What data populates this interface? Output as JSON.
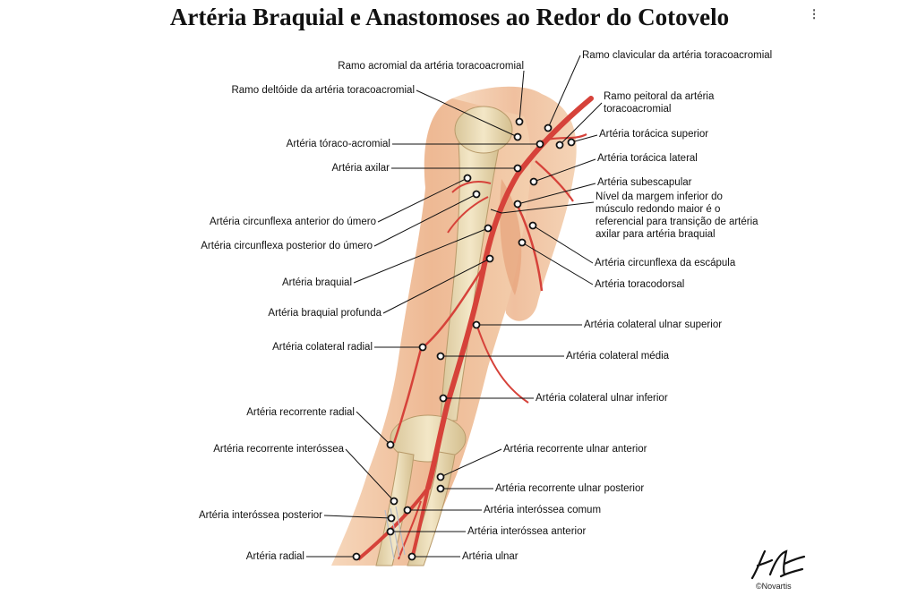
{
  "title": "Artéria Braquial e Anastomoses ao Redor do Cotovelo",
  "labels": {
    "acromial": "Ramo acromial da artéria toracoacromial",
    "clavicular": "Ramo clavicular da artéria toracoacromial",
    "deltoide": "Ramo deltóide da artéria toracoacromial",
    "peitoral": "Ramo peitoral da artéria toracoacromial",
    "toraco_acromial": "Artéria tóraco-acromial",
    "toracica_superior": "Artéria torácica superior",
    "axilar": "Artéria axilar",
    "toracica_lateral": "Artéria torácica lateral",
    "subescapular": "Artéria subescapular",
    "nivel": "Nível da margem inferior do músculo redondo maior é o referencial para transição de artéria axilar para artéria braquial",
    "circ_anterior": "Artéria circunflexa anterior do úmero",
    "circ_posterior": "Artéria circunflexa posterior do úmero",
    "circ_escapula": "Artéria circunflexa da escápula",
    "braquial": "Artéria braquial",
    "toracodorsal": "Artéria toracodorsal",
    "braquial_profunda": "Artéria braquial profunda",
    "col_ulnar_sup": "Artéria colateral ulnar superior",
    "col_radial": "Artéria colateral radial",
    "col_media": "Artéria colateral média",
    "col_ulnar_inf": "Artéria colateral ulnar inferior",
    "rec_radial": "Artéria recorrente radial",
    "rec_interossea": "Artéria recorrente interóssea",
    "rec_ulnar_ant": "Artéria recorrente ulnar anterior",
    "rec_ulnar_post": "Artéria recorrente ulnar posterior",
    "interossea_comum": "Artéria interóssea comum",
    "interossea_posterior": "Artéria interóssea posterior",
    "interossea_anterior": "Artéria interóssea anterior",
    "radial": "Artéria radial",
    "ulnar": "Artéria ulnar"
  },
  "signature": {
    "brand": "©Novartis"
  },
  "colors": {
    "skin": "#f2c9a6",
    "muscle": "#e7a27b",
    "bone": "#e8d9b0",
    "artery": "#d6423a",
    "leader": "#111111"
  }
}
